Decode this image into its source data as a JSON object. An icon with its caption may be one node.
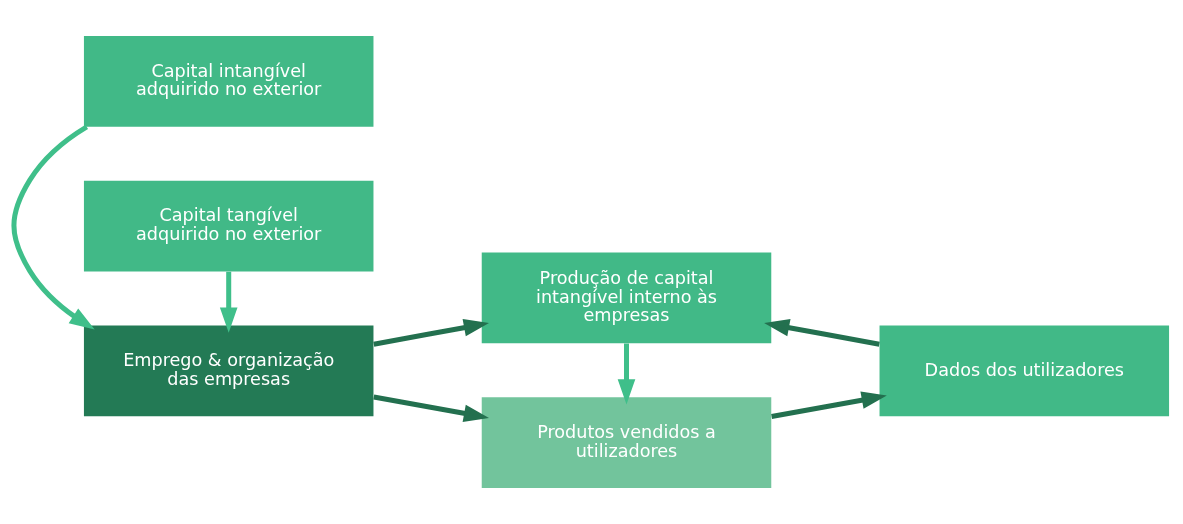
{
  "diagram": {
    "nodes": [
      {
        "text": [
          "Capital intangível adquirido no exterior"
        ]
      },
      {
        "text": [
          "Produção de capital intangível interno às empresas"
        ]
      },
      {
        "text": [
          "Emprego & organização das empresas"
        ]
      },
      {
        "text": [
          "Dados dos utilizadores"
        ]
      },
      {
        "text": [
          "Capital tangível adquirido no exterior"
        ]
      },
      {
        "text": [
          "Produtos vendidos a utilizadores"
        ]
      }
    ],
    "edges": [
      {
        "from": 0,
        "to": 2,
        "arrow": "to",
        "color": "#3fbf8a"
      },
      {
        "from": 4,
        "to": 2,
        "arrow": "to",
        "color": "#3fbf8a"
      },
      {
        "from": 2,
        "to": 1,
        "arrow": "to"
      },
      {
        "from": 2,
        "to": 5,
        "arrow": "to"
      },
      {
        "from": 1,
        "to": 5,
        "arrow": "to",
        "color": "#3fbf8a"
      },
      {
        "from": 5,
        "to": 3,
        "arrow": "to"
      },
      {
        "from": 3,
        "to": 1,
        "arrow": "to"
      }
    ]
  }
}
